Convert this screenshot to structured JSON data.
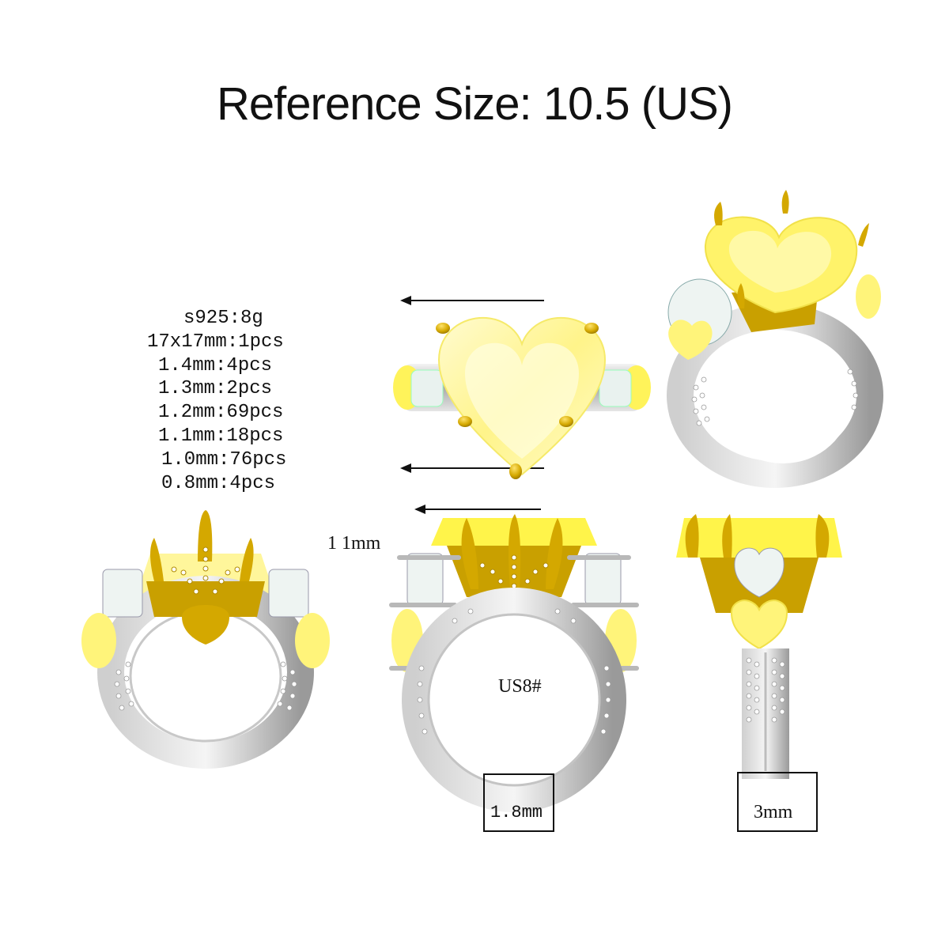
{
  "title": "Reference Size: 10.5 (US)",
  "specs": {
    "metal": "s925:8g",
    "stones": [
      "17x17mm:1pcs",
      "1.4mm:4pcs",
      "1.3mm:2pcs",
      "1.2mm:69pcs",
      "1.1mm:18pcs",
      "1.0mm:76pcs",
      "0.8mm:4pcs"
    ]
  },
  "annotations": {
    "height_label": "1 1mm",
    "inner_size_label": "US8#",
    "band_thickness_label": "1.8mm",
    "band_width_label": "3mm"
  },
  "views": [
    {
      "id": "top-view",
      "description": "top view of heart-shaped yellow center stone with side stones"
    },
    {
      "id": "perspective-view",
      "description": "3/4 perspective view of ring"
    },
    {
      "id": "back-view",
      "description": "rear view of ring showing gallery"
    },
    {
      "id": "front-view",
      "description": "front elevation view with finger hole"
    },
    {
      "id": "side-view",
      "description": "side profile view showing band width"
    }
  ],
  "colors": {
    "gold": "#d4a800",
    "gold_dark": "#a88400",
    "yellow_stone": "#fff27a",
    "yellow_stone_light": "#fffbc8",
    "silver": "#d9d9d9",
    "silver_dark": "#9a9a9a",
    "white_stone": "#eef4f2",
    "ink": "#111111"
  }
}
